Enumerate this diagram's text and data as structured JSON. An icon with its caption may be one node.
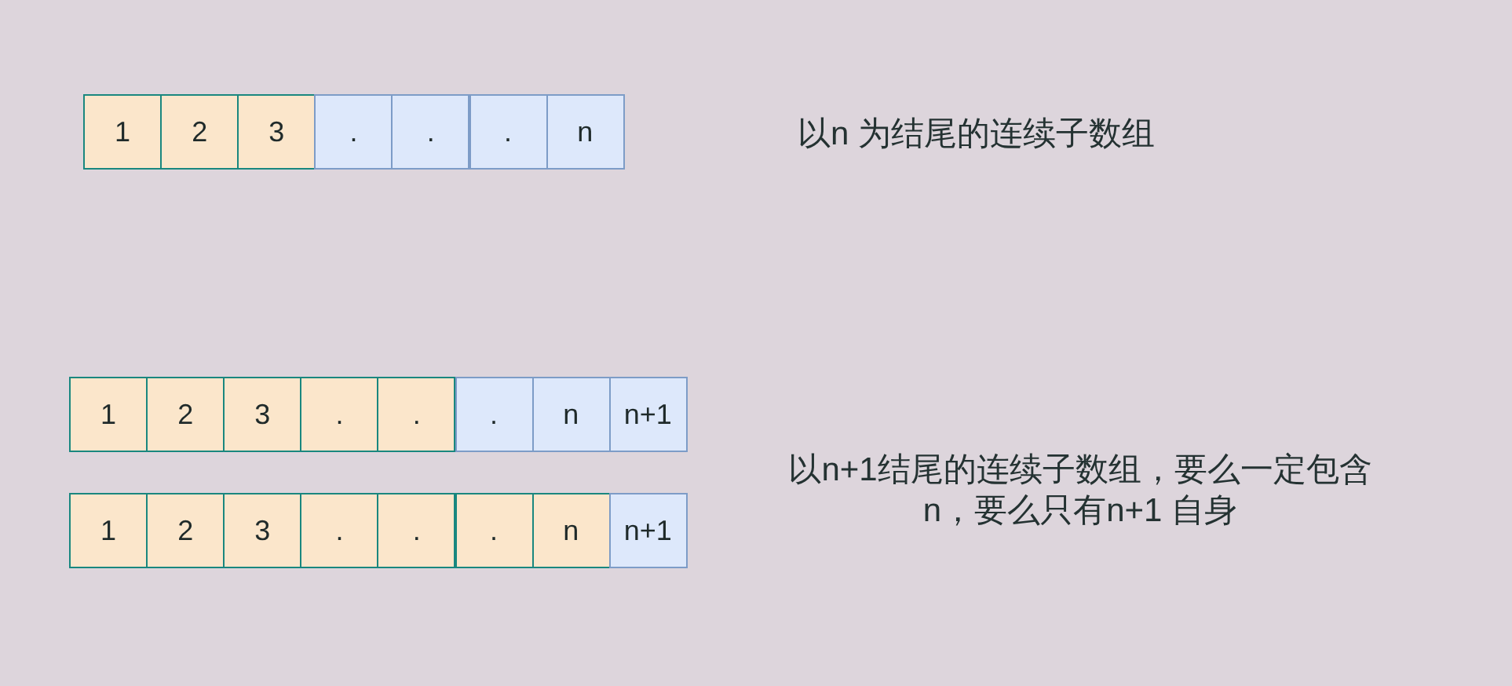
{
  "diagram": {
    "nodes": [
      {
        "text": [
          "1"
        ]
      },
      {
        "text": [
          "2"
        ]
      },
      {
        "text": [
          "3"
        ]
      },
      {
        "text": [
          "."
        ]
      },
      {
        "text": [
          "."
        ]
      },
      {
        "text": [
          "."
        ]
      },
      {
        "text": [
          "n"
        ]
      },
      {
        "text": [
          "1"
        ]
      },
      {
        "text": [
          "2"
        ]
      },
      {
        "text": [
          "3"
        ]
      },
      {
        "text": [
          "."
        ]
      },
      {
        "text": [
          "."
        ]
      },
      {
        "text": [
          "."
        ]
      },
      {
        "text": [
          "n"
        ]
      },
      {
        "text": [
          "n+1"
        ]
      },
      {
        "text": [
          "1"
        ]
      },
      {
        "text": [
          "2"
        ]
      },
      {
        "text": [
          "3"
        ]
      },
      {
        "text": [
          "."
        ]
      },
      {
        "text": [
          "."
        ]
      },
      {
        "text": [
          "."
        ]
      },
      {
        "text": [
          "n"
        ]
      },
      {
        "text": [
          "n+1"
        ]
      }
    ],
    "edges": [],
    "labels": [
      "以n 为结尾的连续子数组",
      "以n+1结尾的连续子数组，要么一定包含n，要么只有n+1 自身"
    ]
  }
}
